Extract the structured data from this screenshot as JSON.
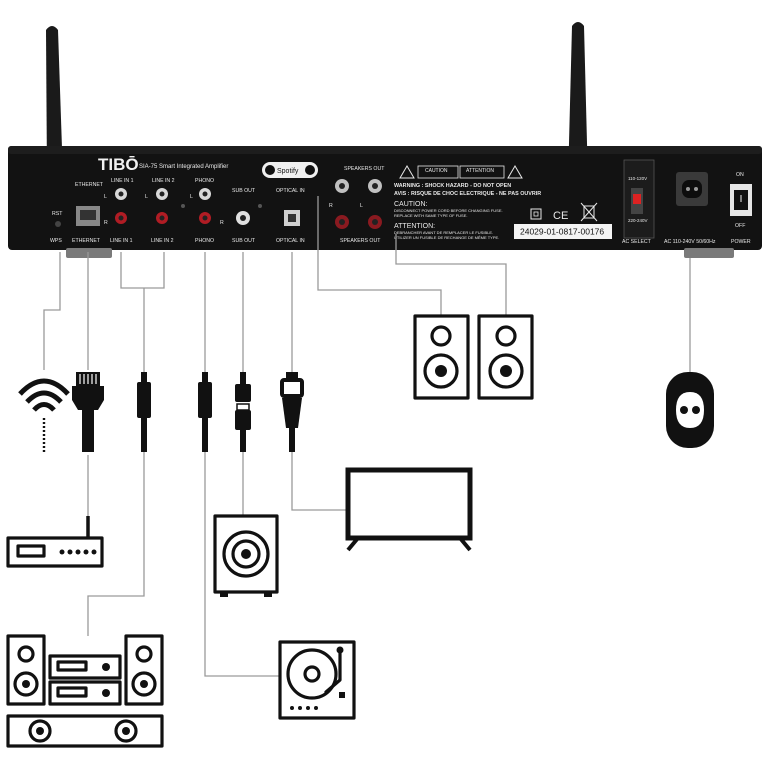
{
  "panel": {
    "brand": "TIBŌ",
    "model": "SIA-75 Smart Integrated Amplifier",
    "spotify_label": "Spotify",
    "port_labels": {
      "wps": "WPS",
      "rst": "RST",
      "ethernet": "ETHERNET",
      "ethernet_top": "ETHERNET",
      "line_in_1": "LINE IN 1",
      "line_in_1_top": "LINE IN 1",
      "line_in_2": "LINE IN 2",
      "line_in_2_top": "LINE IN 2",
      "phono": "PHONO",
      "phono_top": "PHONO",
      "sub_out": "SUB OUT",
      "sub_out_top": "SUB OUT",
      "optical_in": "OPTICAL IN",
      "optical_in_top": "OPTICAL IN",
      "speakers_out": "SPEAKERS OUT",
      "speakers_out_top": "SPEAKERS OUT",
      "ac_select": "AC SELECT",
      "ac_input": "AC 110-240V 50/60Hz",
      "power": "POWER",
      "on": "ON",
      "off": "OFF",
      "v120": "110-120V",
      "v240": "220-240V",
      "l": "L",
      "r": "R"
    },
    "caution_header": "CAUTION",
    "attention_header": "ATTENTION",
    "warning": {
      "line1": "WARNING : SHOCK HAZARD - DO NOT OPEN",
      "line2": "AVIS : RISQUE DE CHOC ELECTRIQUE - NE PAS OUVRIR",
      "caution_title": "CAUTION:",
      "caution_text1": "DISCONNECT POWER CORD BEFORE CHANGING FUSE.",
      "caution_text2": "REPLACE WITH SAME TYPE OF FUSE.",
      "attention_title": "ATTENTION:",
      "attention_text1": "DEBRANCHER AVANT DE REMPLACER LE FUSIBLE.",
      "attention_text2": "UTILIZER UN FUSIBLE DE RECHANGE DE MÊME TYPE."
    },
    "ce_mark": "CE",
    "serial": "24029-01-0817-00176"
  },
  "devices": {
    "wifi": "wifi-icon",
    "ethernet_cable": "ethernet-plug-icon",
    "router": "router-icon",
    "line_in_cable": "rca-plug-icon",
    "stereo_system": "stereo-system-icon",
    "phono_cable": "rca-plug-icon",
    "turntable": "turntable-icon",
    "sub_cable": "rca-plug-icon",
    "subwoofer": "subwoofer-icon",
    "optical_cable": "optical-plug-icon",
    "tv": "tv-icon",
    "speaker_left": "speaker-icon",
    "speaker_right": "speaker-icon",
    "power_plug": "power-plug-icon"
  }
}
